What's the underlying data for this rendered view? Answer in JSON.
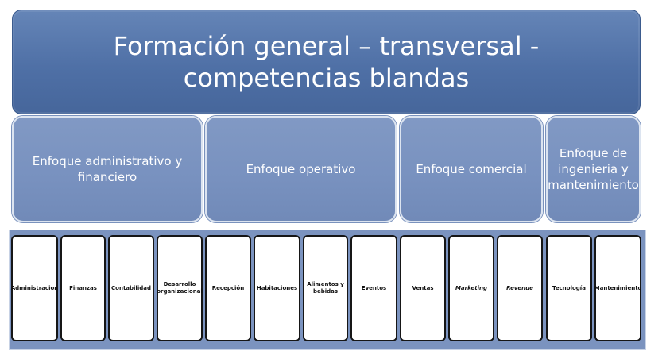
{
  "top": {
    "title": "Formación general – transversal - competencias blandas"
  },
  "categories": [
    {
      "label": "Enfoque administrativo y financiero"
    },
    {
      "label": "Enfoque operativo"
    },
    {
      "label": "Enfoque comercial"
    },
    {
      "label": "Enfoque de ingenieria y mantenimiento"
    }
  ],
  "items": [
    {
      "label": "Administracion"
    },
    {
      "label": "Finanzas"
    },
    {
      "label": "Contabilidad"
    },
    {
      "label": "Desarrollo organizacional"
    },
    {
      "label": "Recepción"
    },
    {
      "label": "Habitaciones"
    },
    {
      "label": "Alimentos y bebidas"
    },
    {
      "label": "Eventos"
    },
    {
      "label": "Ventas"
    },
    {
      "label": "Marketing"
    },
    {
      "label": "Revenue"
    },
    {
      "label": "Tecnología"
    },
    {
      "label": "Mantenimiento"
    }
  ],
  "colors": {
    "top_fill": "#4f70a6",
    "category_fill": "#7891bf",
    "band_fill": "#7b93bf",
    "item_fill": "#ffffff",
    "item_border": "#161616"
  }
}
